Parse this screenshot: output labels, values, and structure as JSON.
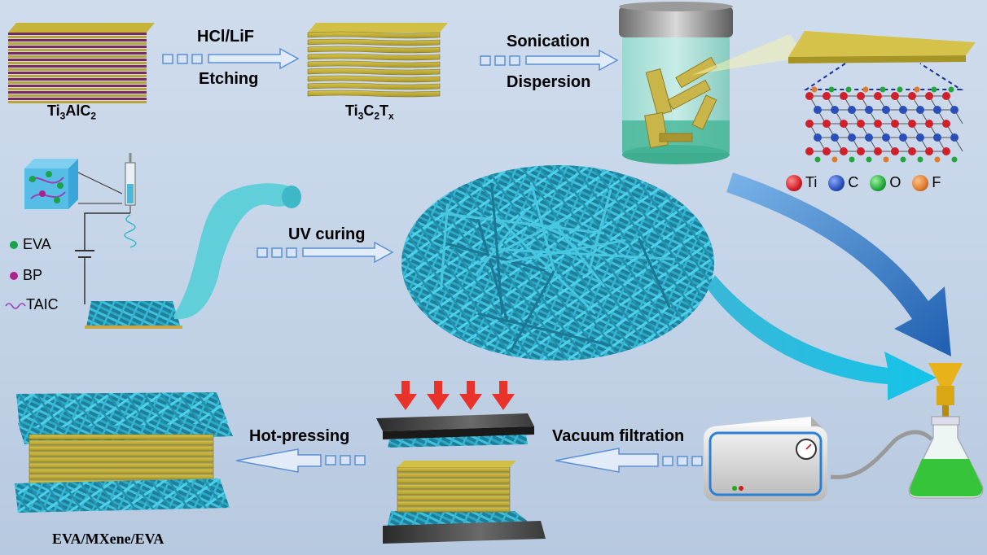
{
  "labels": {
    "precursor": "Ti",
    "precursor_sub1": "3",
    "precursor_mid": "AlC",
    "precursor_sub2": "2",
    "mxene": "Ti",
    "mxene_sub1": "3",
    "mxene_mid": "C",
    "mxene_sub2": "2",
    "mxene_end": "T",
    "mxene_sub3": "x",
    "step1_top": "HCl/LiF",
    "step1_bottom": "Etching",
    "step2_top": "Sonication",
    "step2_bottom": "Dispersion",
    "step3": "UV curing",
    "step4": "Vacuum filtration",
    "step5": "Hot-pressing",
    "product": "EVA/MXene/EVA"
  },
  "legend_left": [
    {
      "label": "EVA",
      "color": "#1aa34a"
    },
    {
      "label": "BP",
      "color": "#b0208c"
    },
    {
      "label": "TAIC",
      "color": "#9b3fb5"
    }
  ],
  "legend_atoms": [
    {
      "label": "Ti",
      "color": "#d0202a"
    },
    {
      "label": "C",
      "color": "#2a4fb8"
    },
    {
      "label": "O",
      "color": "#22a83a"
    },
    {
      "label": "F",
      "color": "#e07a2a"
    }
  ],
  "colors": {
    "mxene_gold": "#c9b43a",
    "fiber_cyan": "#2aa8c4",
    "arrow_blue": "#5b8fd6",
    "press_red": "#e8322a"
  }
}
